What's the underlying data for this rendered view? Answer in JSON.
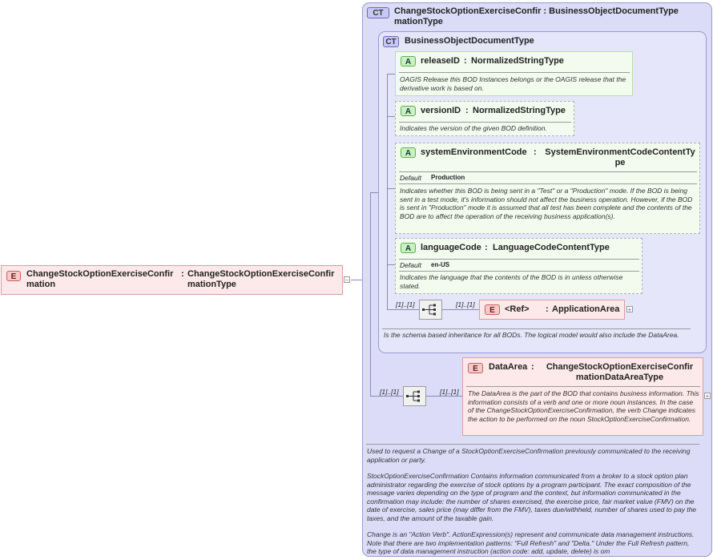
{
  "root_element": {
    "badge": "E",
    "name_line1": "ChangeStockOptionExerciseConfir",
    "name_line2": "mation",
    "colon": ":",
    "type_line1": "ChangeStockOptionExerciseConfir",
    "type_line2": "mationType"
  },
  "outer_type": {
    "badge": "CT",
    "title_line1": "ChangeStockOptionExerciseConfir : BusinessObjectDocumentType",
    "title_line2": "mationType",
    "doc_p1": "Used to request a Change of a StockOptionExerciseConfirmation previously communicated to the receiving application or party.",
    "doc_p2": "StockOptionExerciseConfirmation  Contains information communicated from a broker to a stock option plan administrator regarding the exercise of stock options by a program participant.  The exact composition of the message varies depending on the type of program and the context, but information communicated in the confirmation may include: the number of shares exercised, the exercise price, fair market value (FMV) on the date of exercise, sales price (may differ from the FMV), taxes due/withheld, number of shares used to pay the taxes, and the amount of the taxable gain.",
    "doc_p3": "Change is an \"Action Verb\". ActionExpression(s) represent and communicate data management instructions.  Note that there are two implementation patterns: \"Full Refresh\" and \"Delta.\" Under the Full Refresh pattern, the type of data management instruction (action code: add, update, delete) is om"
  },
  "inner_type": {
    "badge": "CT",
    "title": "BusinessObjectDocumentType",
    "doc": "Is the schema based inheritance for all BODs. The logical model would also include the DataArea."
  },
  "attributes": [
    {
      "badge": "A",
      "name": "releaseID",
      "type": "NormalizedStringType",
      "doc": "OAGIS Release this BOD Instances belongs or the OAGIS release that the derivative work is based on."
    },
    {
      "badge": "A",
      "name": "versionID",
      "type": "NormalizedStringType",
      "doc": "Indicates the version of the given BOD definition."
    },
    {
      "badge": "A",
      "name": "systemEnvironmentCode",
      "type_line1": "SystemEnvironmentCodeContentTy",
      "type_line2": "pe",
      "default_label": "Default",
      "default_value": "Production",
      "doc": "Indicates whether this BOD is being sent in a \"Test\" or a \"Production\" mode. If the BOD is being sent in a test mode, it's information should not affect the business operation. However, if the BOD is sent in \"Production\" mode it is assumed that all test has been complete and the contents of the BOD are to affect the operation of the receiving business application(s)."
    },
    {
      "badge": "A",
      "name": "languageCode",
      "type": "LanguageCodeContentType",
      "default_label": "Default",
      "default_value": "en-US",
      "doc": "Indicates the language that the contents of the BOD is in unless otherwise stated."
    }
  ],
  "application_area": {
    "card_left": "[1]..[1]",
    "card_right": "[1]..[1]",
    "badge": "E",
    "name": "<Ref>",
    "colon": ":",
    "type": "ApplicationArea"
  },
  "data_area": {
    "card_left": "[1]..[1]",
    "card_right": "[1]..[1]",
    "badge": "E",
    "name": "DataArea",
    "colon": ":",
    "type_line1": "ChangeStockOptionExerciseConfir",
    "type_line2": "mationDataAreaType",
    "doc": "The DataArea is the part of the BOD that contains business information. This information consists of a verb and one or more noun instances. In the case of the ChangeStockOptionExerciseConfirmation, the verb Change indicates the action to be performed on the noun StockOptionExerciseConfirmation."
  },
  "colon": ":",
  "icons": {
    "sequence": "sequence-compositor-icon",
    "expand": "expand-plus-icon"
  },
  "colors": {
    "complex_type_bg": "#dcdcf8",
    "attribute_bg": "#f3fbef",
    "element_bg": "#fde9e9"
  }
}
